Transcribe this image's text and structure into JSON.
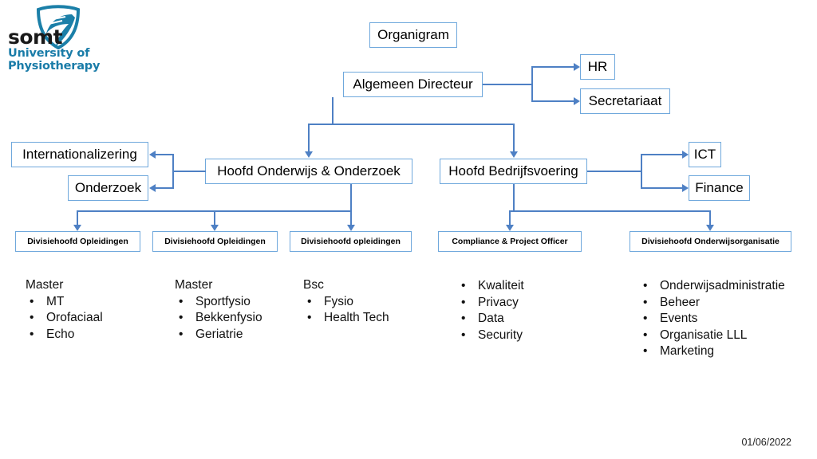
{
  "logo": {
    "wordmark": "somt",
    "tagline": "University of Physiotherapy",
    "icon": "shield-swoosh-logo",
    "wordmark_color": "#1a1a1a",
    "tagline_color": "#1a7ca8",
    "shield_color": "#1b7fa8"
  },
  "colors": {
    "box_border": "#6FA8DC",
    "connector": "#4E80C4",
    "box_fill": "#FFFFFF",
    "text": "#000000"
  },
  "chart_title": "Organigram",
  "nodes": {
    "title": "Organigram",
    "director": "Algemeen Directeur",
    "hr": "HR",
    "secretariaat": "Secretariaat",
    "internationalizering": "Internationalizering",
    "onderzoek": "Onderzoek",
    "hoofd_onderwijs": "Hoofd Onderwijs & Onderzoek",
    "hoofd_bedrijfsvoering": "Hoofd Bedrijfsvoering",
    "ict": "ICT",
    "finance": "Finance",
    "div1": "Divisiehoofd Opleidingen",
    "div2": "Divisiehoofd Opleidingen",
    "div3": "Divisiehoofd opleidingen",
    "compliance": "Compliance & Project Officer",
    "div_onderwijsorg": "Divisiehoofd Onderwijsorganisatie"
  },
  "lists": {
    "col1": {
      "header": "Master",
      "items": [
        "MT",
        "Orofaciaal",
        "Echo"
      ]
    },
    "col2": {
      "header": "Master",
      "items": [
        "Sportfysio",
        "Bekkenfysio",
        "Geriatrie"
      ]
    },
    "col3": {
      "header": "Bsc",
      "items": [
        "Fysio",
        "Health Tech"
      ]
    },
    "col4": {
      "header": "",
      "items": [
        "Kwaliteit",
        "Privacy",
        "Data",
        "Security"
      ]
    },
    "col5": {
      "header": "",
      "items": [
        "Onderwijsadministratie",
        "Beheer",
        "Events",
        "Organisatie LLL",
        "Marketing"
      ]
    }
  },
  "bullet_glyph": "•",
  "footer": {
    "date": "01/06/2022"
  }
}
